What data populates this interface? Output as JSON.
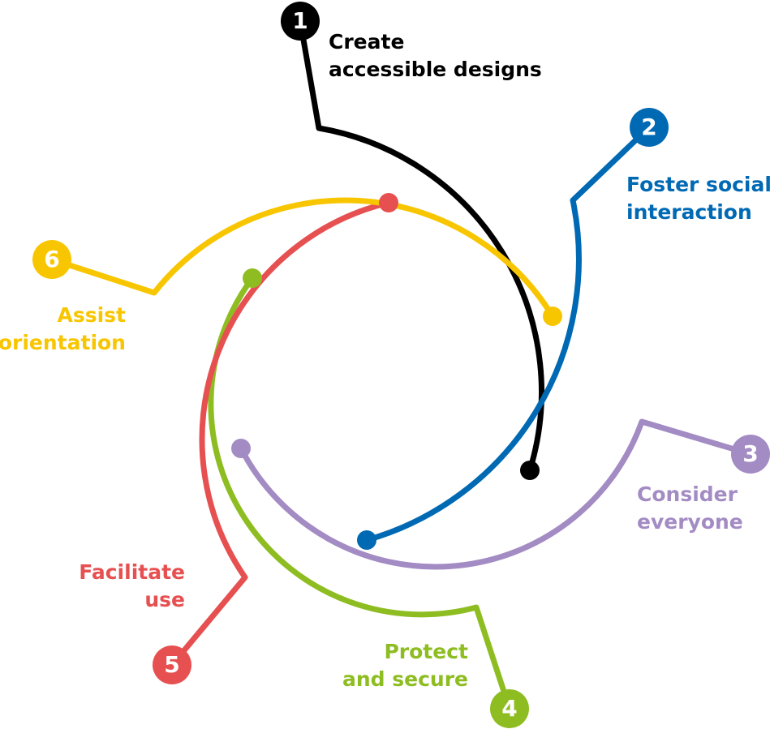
{
  "steps": [
    {
      "number": "1",
      "line1": "Create",
      "line2": "accessible designs",
      "color": "#000000"
    },
    {
      "number": "2",
      "line1": "Foster social",
      "line2": "interaction",
      "color": "#0069b4"
    },
    {
      "number": "3",
      "line1": "Consider",
      "line2": "everyone",
      "color": "#a38bc3"
    },
    {
      "number": "4",
      "line1": "Protect",
      "line2": "and secure",
      "color": "#8ebd22"
    },
    {
      "number": "5",
      "line1": "Facilitate",
      "line2": "use",
      "color": "#e75050"
    },
    {
      "number": "6",
      "line1": "Assist",
      "line2": "orientation",
      "color": "#f8c600"
    }
  ]
}
